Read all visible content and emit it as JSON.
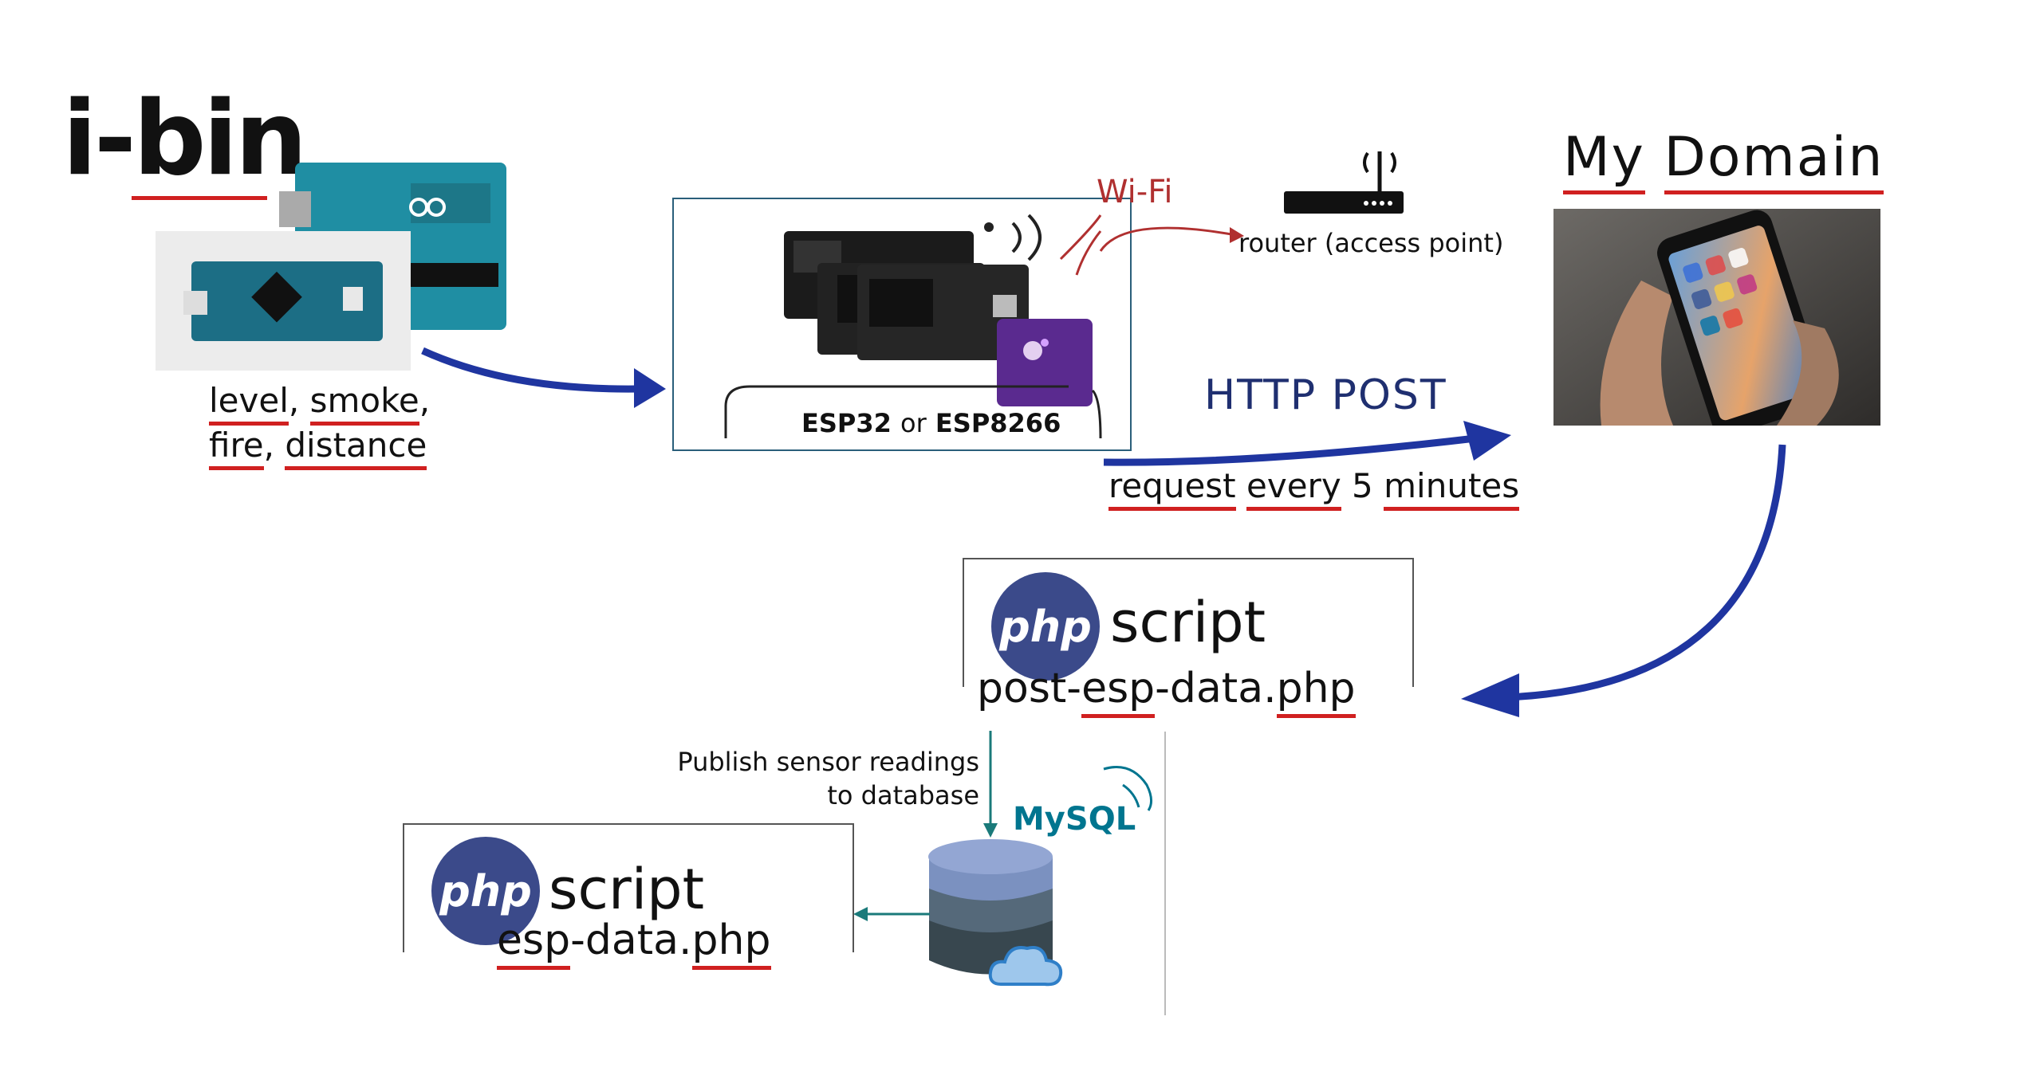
{
  "title": "i-bin",
  "sensor_labels": {
    "level": "level",
    "comma1": ",",
    "smoke": "smoke",
    "comma2": ",",
    "fire": "fire",
    "comma3": ",",
    "distance": "distance"
  },
  "board_label": {
    "esp32": "ESP32",
    "or": "or",
    "esp8266": "ESP8266"
  },
  "wifi_label": "Wi-Fi",
  "router_label": "router (access point)",
  "domain": {
    "my": "My",
    "domain": "Domain"
  },
  "http_post": "HTTP POST",
  "request_label": {
    "request": "request",
    "every": "every",
    "num": "5",
    "minutes": "minutes"
  },
  "php1": {
    "logo": "php",
    "script": "script",
    "file_pre": "post-",
    "file_esp": "esp",
    "file_mid": "-data.",
    "file_php": "php"
  },
  "publish_label": {
    "line1": "Publish sensor readings",
    "line2": "to database"
  },
  "mysql_label": "MySQL",
  "php2": {
    "logo": "php",
    "script": "script",
    "file_esp": "esp",
    "file_mid": "-data.",
    "file_php": "php"
  },
  "colors": {
    "arrow": "#1f35a0",
    "underline": "#d02020",
    "wifi": "#b03030",
    "teal": "#1a7a7a"
  },
  "icons": [
    "arduino-uno-icon",
    "arduino-nano-icon",
    "esp-board-icon",
    "router-icon",
    "smartphone-icon",
    "php-logo-icon",
    "database-icon",
    "cloud-icon",
    "mysql-dolphin-icon"
  ]
}
